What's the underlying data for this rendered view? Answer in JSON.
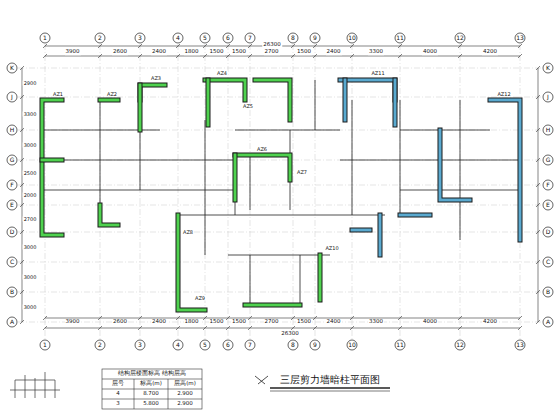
{
  "diagram": {
    "title": "三层剪力墙暗柱平面图",
    "labels": [
      "1",
      "2",
      "3",
      "4",
      "5",
      "6",
      "7",
      "8",
      "9",
      "10",
      "11",
      "12",
      "13",
      "3900",
      "2600",
      "2400",
      "1800",
      "1500",
      "1500",
      "2700",
      "1500",
      "2400",
      "3300",
      "4000",
      "4200",
      "26300",
      "1",
      "2",
      "3",
      "4",
      "5",
      "6",
      "7",
      "8",
      "9",
      "10",
      "11",
      "12",
      "13",
      "3900",
      "2600",
      "2400",
      "1800",
      "1500",
      "1500",
      "2700",
      "1500",
      "2400",
      "3300",
      "4000",
      "4200",
      "26300",
      "A",
      "B",
      "C",
      "D",
      "E",
      "F",
      "G",
      "H",
      "J",
      "K",
      "A",
      "B",
      "C",
      "D",
      "E",
      "F",
      "G",
      "H",
      "J",
      "K",
      "3000",
      "3000",
      "3000",
      "2700",
      "2000",
      "2500",
      "3000",
      "3300",
      "2900",
      "AZ1",
      "AZ2",
      "AZ3",
      "AZ4",
      "AZ5",
      "AZ6",
      "AZ7",
      "AZ8",
      "AZ9",
      "AZ10",
      "AZ11",
      "AZ12",
      "结构层楼面标高 结构层高",
      "层号",
      "标高(m)",
      "层高(m)",
      "4",
      "8.700",
      "2.900",
      "3",
      "5.800",
      "2.900"
    ]
  }
}
